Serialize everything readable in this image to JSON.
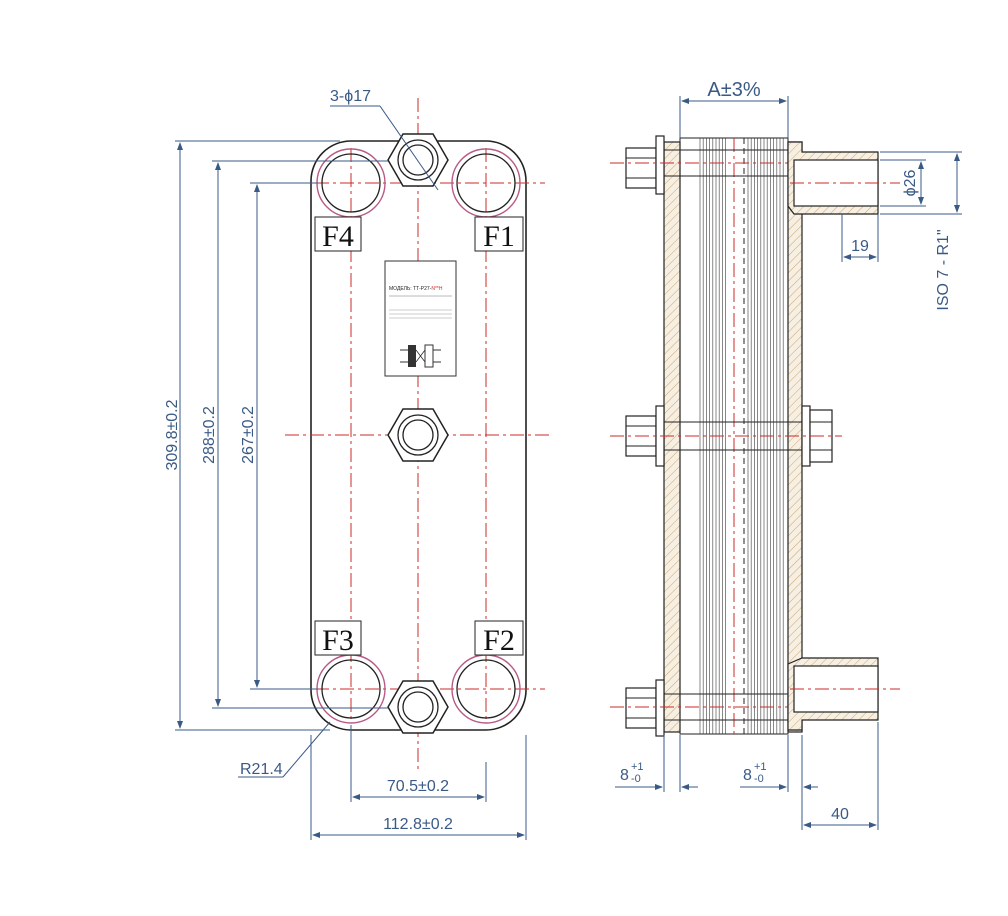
{
  "front_view": {
    "ports": [
      "F4",
      "F1",
      "F3",
      "F2"
    ],
    "hole_callout": "3-ϕ17",
    "corner_radius": "R21.4",
    "dim_height_total": "309.8±0.2",
    "dim_height_mid": "288±0.2",
    "dim_height_ports": "267±0.2",
    "dim_width_ports": "70.5±0.2",
    "dim_width_total": "112.8±0.2"
  },
  "label_plate": {
    "model_prefix": "МОДЕЛЬ: ТТ-Р27-",
    "model_suffix": "N**H"
  },
  "side_view": {
    "dim_pack": "A±3%",
    "dim_nozzle_dia": "ϕ26",
    "thread_spec": "ISO 7 - R1\"",
    "dim_thread_len": "19",
    "dim_frame_left_base": "8",
    "dim_frame_left_tol_top": "+1",
    "dim_frame_left_tol_bottom": "-0",
    "dim_frame_right_base": "8",
    "dim_frame_right_tol_top": "+1",
    "dim_frame_right_tol_bottom": "-0",
    "dim_nozzle_len": "40"
  },
  "colors": {
    "dimension": "#3a5a86",
    "outline": "#222222",
    "centerline": "#cc2b2b",
    "port_ring": "#b85a86",
    "hatch": "#c8a878"
  }
}
